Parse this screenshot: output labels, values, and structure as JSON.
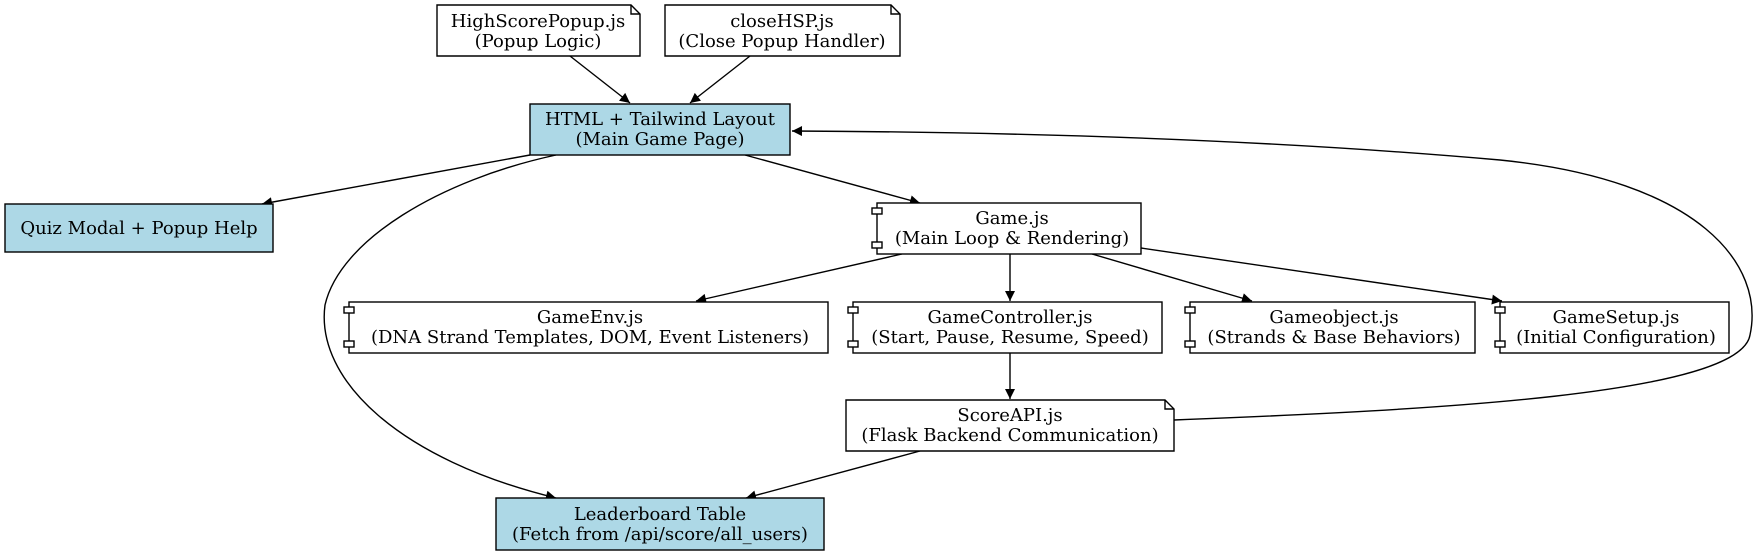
{
  "colors": {
    "stroke": "#000000",
    "html_fill": "#add8e6",
    "plain_fill": "#ffffff",
    "text": "#000000"
  },
  "nodes": {
    "highscore_popup": {
      "line1": "HighScorePopup.js",
      "line2": "(Popup Logic)",
      "shape": "note"
    },
    "close_hsp": {
      "line1": "closeHSP.js",
      "line2": "(Close Popup Handler)",
      "shape": "note"
    },
    "main_layout": {
      "line1": "HTML + Tailwind Layout",
      "line2": "(Main Game Page)",
      "shape": "box-filled"
    },
    "quiz_modal": {
      "line1": "Quiz Modal + Popup Help",
      "shape": "box-filled"
    },
    "game_js": {
      "line1": "Game.js",
      "line2": "(Main Loop & Rendering)",
      "shape": "component"
    },
    "game_env": {
      "line1": "GameEnv.js",
      "line2": "(DNA Strand Templates, DOM, Event Listeners)",
      "shape": "component"
    },
    "game_controller": {
      "line1": "GameController.js",
      "line2": "(Start, Pause, Resume, Speed)",
      "shape": "component"
    },
    "game_object": {
      "line1": "Gameobject.js",
      "line2": "(Strands & Base Behaviors)",
      "shape": "component"
    },
    "game_setup": {
      "line1": "GameSetup.js",
      "line2": "(Initial Configuration)",
      "shape": "component"
    },
    "score_api": {
      "line1": "ScoreAPI.js",
      "line2": "(Flask Backend Communication)",
      "shape": "note"
    },
    "leaderboard": {
      "line1": "Leaderboard Table",
      "line2": "(Fetch from /api/score/all_users)",
      "shape": "box-filled"
    }
  },
  "edges": [
    {
      "from": "highscore_popup",
      "to": "main_layout"
    },
    {
      "from": "close_hsp",
      "to": "main_layout"
    },
    {
      "from": "main_layout",
      "to": "quiz_modal"
    },
    {
      "from": "main_layout",
      "to": "game_js"
    },
    {
      "from": "main_layout",
      "to": "leaderboard"
    },
    {
      "from": "game_js",
      "to": "game_env"
    },
    {
      "from": "game_js",
      "to": "game_controller"
    },
    {
      "from": "game_js",
      "to": "game_object"
    },
    {
      "from": "game_js",
      "to": "game_setup"
    },
    {
      "from": "game_controller",
      "to": "score_api"
    },
    {
      "from": "score_api",
      "to": "leaderboard"
    },
    {
      "from": "score_api",
      "to": "main_layout"
    }
  ]
}
